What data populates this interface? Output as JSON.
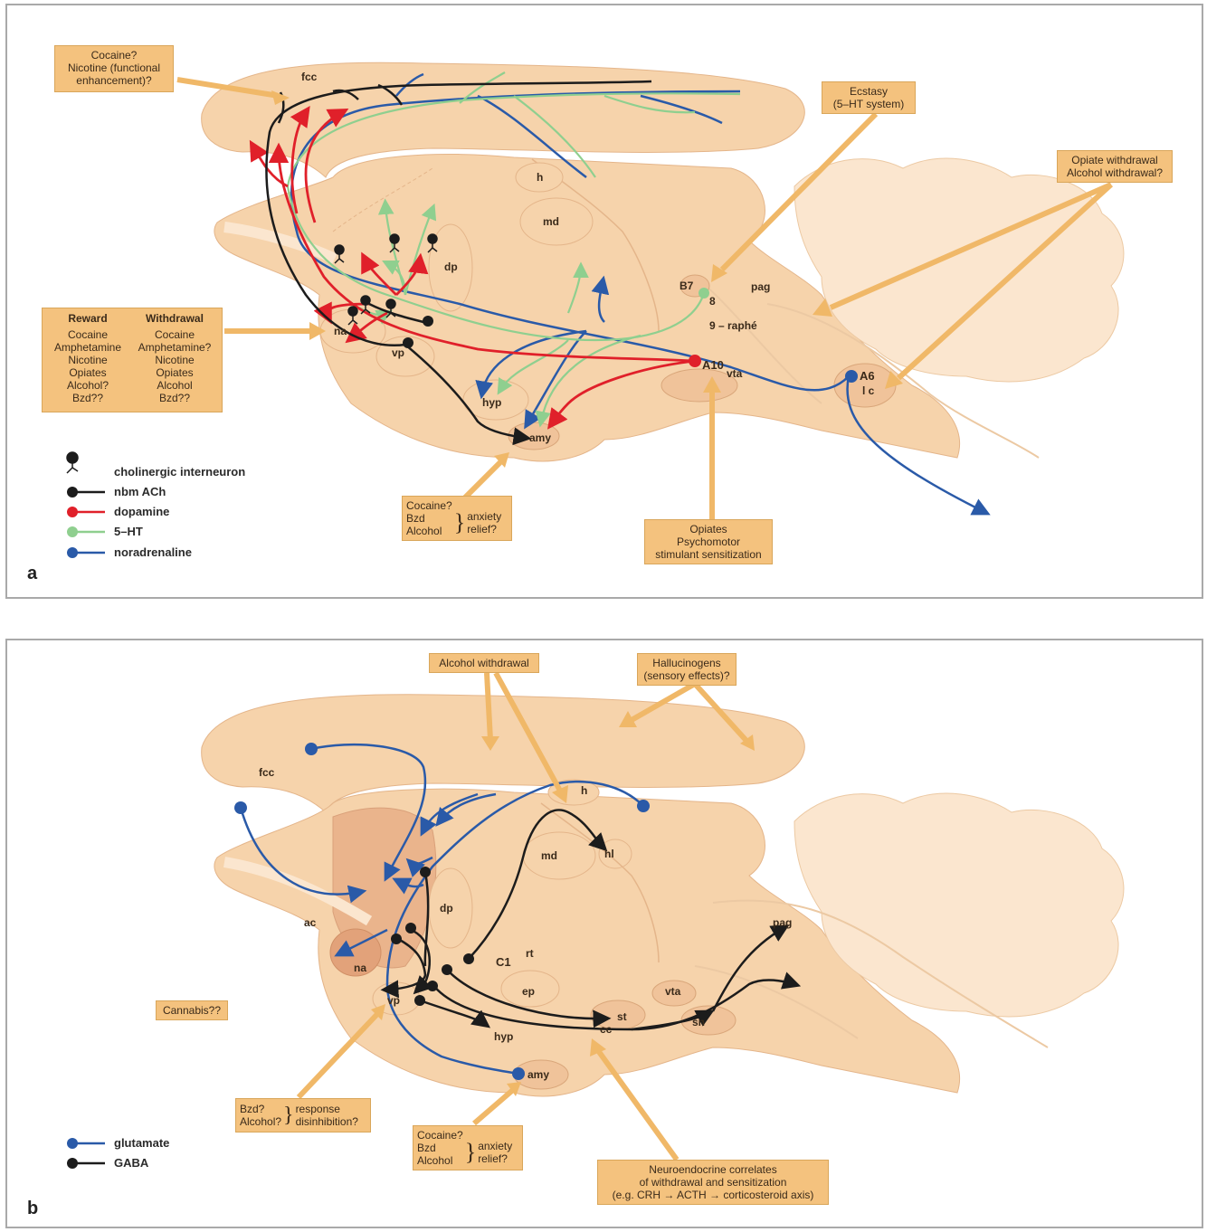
{
  "panel_a": {
    "letter": "a",
    "regions": {
      "fcc": "fcc",
      "h": "h",
      "md": "md",
      "dp": "dp",
      "na": "na",
      "vp": "vp",
      "hyp": "hyp",
      "amy": "amy",
      "b7": "B7",
      "num8": "8",
      "raphe": "9 – raphé",
      "pag": "pag",
      "a10": "A10",
      "vta": "vta",
      "a6": "A6",
      "lc": "l c"
    },
    "boxes": {
      "cocaine_nicotine": [
        "Cocaine?",
        "Nicotine (functional",
        "enhancement)?"
      ],
      "ecstasy": [
        "Ecstasy",
        "(5–HT system)"
      ],
      "opiate_withdrawal": [
        "Opiate withdrawal",
        "Alcohol withdrawal?"
      ],
      "reward_header": "Reward",
      "withdrawal_header": "Withdrawal",
      "reward_items": [
        "Cocaine",
        "Amphetamine",
        "Nicotine",
        "Opiates",
        "Alcohol?",
        "Bzd??"
      ],
      "withdrawal_items": [
        "Cocaine",
        "Amphetamine?",
        "Nicotine",
        "Opiates",
        "Alcohol",
        "Bzd??"
      ],
      "amy_box": {
        "drugs": [
          "Cocaine?",
          "Bzd",
          "Alcohol"
        ],
        "effect": [
          "anxiety",
          "relief?"
        ]
      },
      "opiates_box": [
        "Opiates",
        "Psychomotor",
        "stimulant sensitization"
      ]
    },
    "legend": [
      {
        "label": "cholinergic interneuron",
        "icon": "cholinergic-interneuron-icon",
        "color": "#1c1c1c"
      },
      {
        "label": "nbm ACh",
        "icon": "line-dot",
        "color": "#1c1c1c"
      },
      {
        "label": "dopamine",
        "icon": "line-dot",
        "color": "#e0202a"
      },
      {
        "label": "5–HT",
        "icon": "line-dot",
        "color": "#8fcf8f"
      },
      {
        "label": "noradrenaline",
        "icon": "line-dot",
        "color": "#2a5aa8"
      }
    ]
  },
  "panel_b": {
    "letter": "b",
    "regions": {
      "fcc": "fcc",
      "h": "h",
      "md": "md",
      "hl": "hl",
      "dp": "dp",
      "ac": "ac",
      "na": "na",
      "vp": "vp",
      "rt": "rt",
      "c1": "C1",
      "ep": "ep",
      "hyp": "hyp",
      "st": "st",
      "cc": "cc",
      "vta": "vta",
      "sn": "sn",
      "amy": "amy",
      "pag": "pag"
    },
    "boxes": {
      "alcohol_withdrawal": [
        "Alcohol withdrawal"
      ],
      "hallucinogens": [
        "Hallucinogens",
        "(sensory effects)?"
      ],
      "cannabis": [
        "Cannabis??"
      ],
      "vp_box": {
        "drugs": [
          "Bzd?",
          "Alcohol?"
        ],
        "effect": [
          "response",
          "disinhibition?"
        ]
      },
      "amy_box": {
        "drugs": [
          "Cocaine?",
          "Bzd",
          "Alcohol"
        ],
        "effect": [
          "anxiety",
          "relief?"
        ]
      },
      "neuroendocrine": [
        "Neuroendocrine correlates",
        "of withdrawal and sensitization",
        "(e.g. CRH → ACTH → corticosteroid axis)"
      ]
    },
    "legend": [
      {
        "label": "glutamate",
        "icon": "line-dot",
        "color": "#2a5aa8"
      },
      {
        "label": "GABA",
        "icon": "line-dot",
        "color": "#1c1c1c"
      }
    ]
  },
  "colors": {
    "brain_fill": "#f6d3ab",
    "brain_dark": "#e9b98c",
    "box_fill": "#f4c27e",
    "dopamine": "#e0202a",
    "serotonin": "#8fcf8f",
    "noradrenaline": "#2a5aa8",
    "acetylcholine": "#1c1c1c",
    "glutamate": "#2a5aa8",
    "gaba": "#1c1c1c"
  }
}
